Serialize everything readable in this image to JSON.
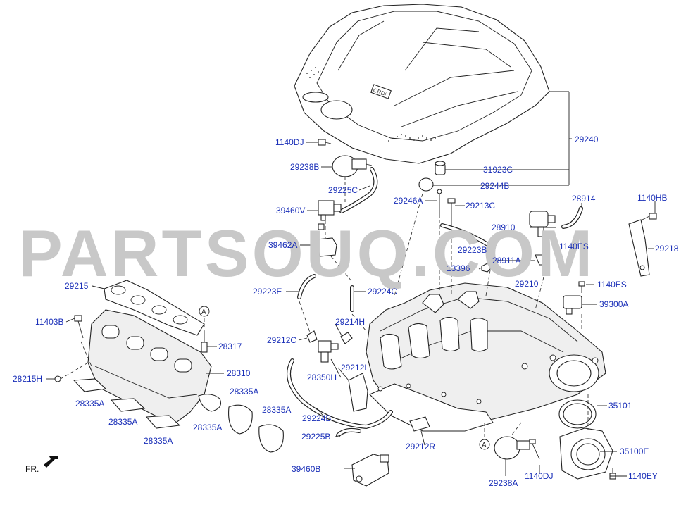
{
  "watermark": "PARTSOUQ.COM",
  "front_marker": "FR.",
  "ref_marker": "A",
  "cover_badge": "CRDi",
  "labels": {
    "l29240": "29240",
    "l1140DJ_top": "1140DJ",
    "l29238B": "29238B",
    "l31923C": "31923C",
    "l29244B": "29244B",
    "l29225C": "29225C",
    "l29246A": "29246A",
    "l29213C": "29213C",
    "l28914": "28914",
    "l1140HB": "1140HB",
    "l39460V": "39460V",
    "l28910": "28910",
    "l29223B": "29223B",
    "l1140ES_1": "1140ES",
    "l29218": "29218",
    "l39462A": "39462A",
    "l13396": "13396",
    "l28911A": "28911A",
    "l29215": "29215",
    "l29210": "29210",
    "l1140ES_2": "1140ES",
    "l29223E": "29223E",
    "l29224C": "29224C",
    "l39300A": "39300A",
    "l11403B": "11403B",
    "l29214H": "29214H",
    "l29212C": "29212C",
    "l28317": "28317",
    "l29212L": "29212L",
    "l28310": "28310",
    "l28215H": "28215H",
    "l28350H": "28350H",
    "l28335A_1": "28335A",
    "l28335A_2": "28335A",
    "l28335A_3": "28335A",
    "l28335A_4": "28335A",
    "l28335A_5": "28335A",
    "l28335A_6": "28335A",
    "l35101": "35101",
    "l29224B": "29224B",
    "l29212R": "29212R",
    "l35100E": "35100E",
    "l29225B": "29225B",
    "l39460B": "39460B",
    "l29238A": "29238A",
    "l1140DJ_bot": "1140DJ",
    "l1140EY": "1140EY"
  }
}
